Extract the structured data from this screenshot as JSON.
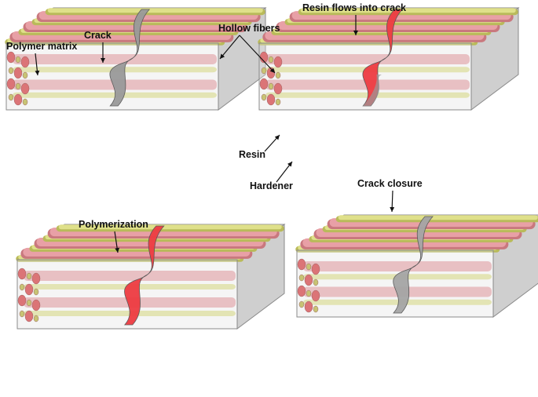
{
  "labels": {
    "polymer_matrix": "Polymer matrix",
    "crack": "Crack",
    "hollow_fibers": "Hollow fibers",
    "resin_flows": "Resin flows into crack",
    "resin": "Resin",
    "hardener": "Hardener",
    "polymerization": "Polymerization",
    "crack_closure": "Crack closure"
  },
  "colors": {
    "matrix_top": "#d9d9d9",
    "matrix_side": "#cfcfcf",
    "matrix_front": "#e3e3e3",
    "matrix_edge": "#8a8a8a",
    "resin_fiber": "#e8a0a6",
    "resin_fiber_shade": "#c9787e",
    "resin_core": "#d83a3e",
    "hardener_fiber": "#dfe08a",
    "hardener_fiber_shade": "#b9ba5a",
    "hardener_core": "#b8b43a",
    "crack_fill": "#9a9a9a",
    "crack_resin": "#ee3c42",
    "crack_cured": "#a5a5a5"
  },
  "panels": [
    {
      "id": "crack",
      "crack_style": "open"
    },
    {
      "id": "resin-flow",
      "crack_style": "resin"
    },
    {
      "id": "polymerization",
      "crack_style": "resin-full"
    },
    {
      "id": "closure",
      "crack_style": "cured"
    }
  ]
}
